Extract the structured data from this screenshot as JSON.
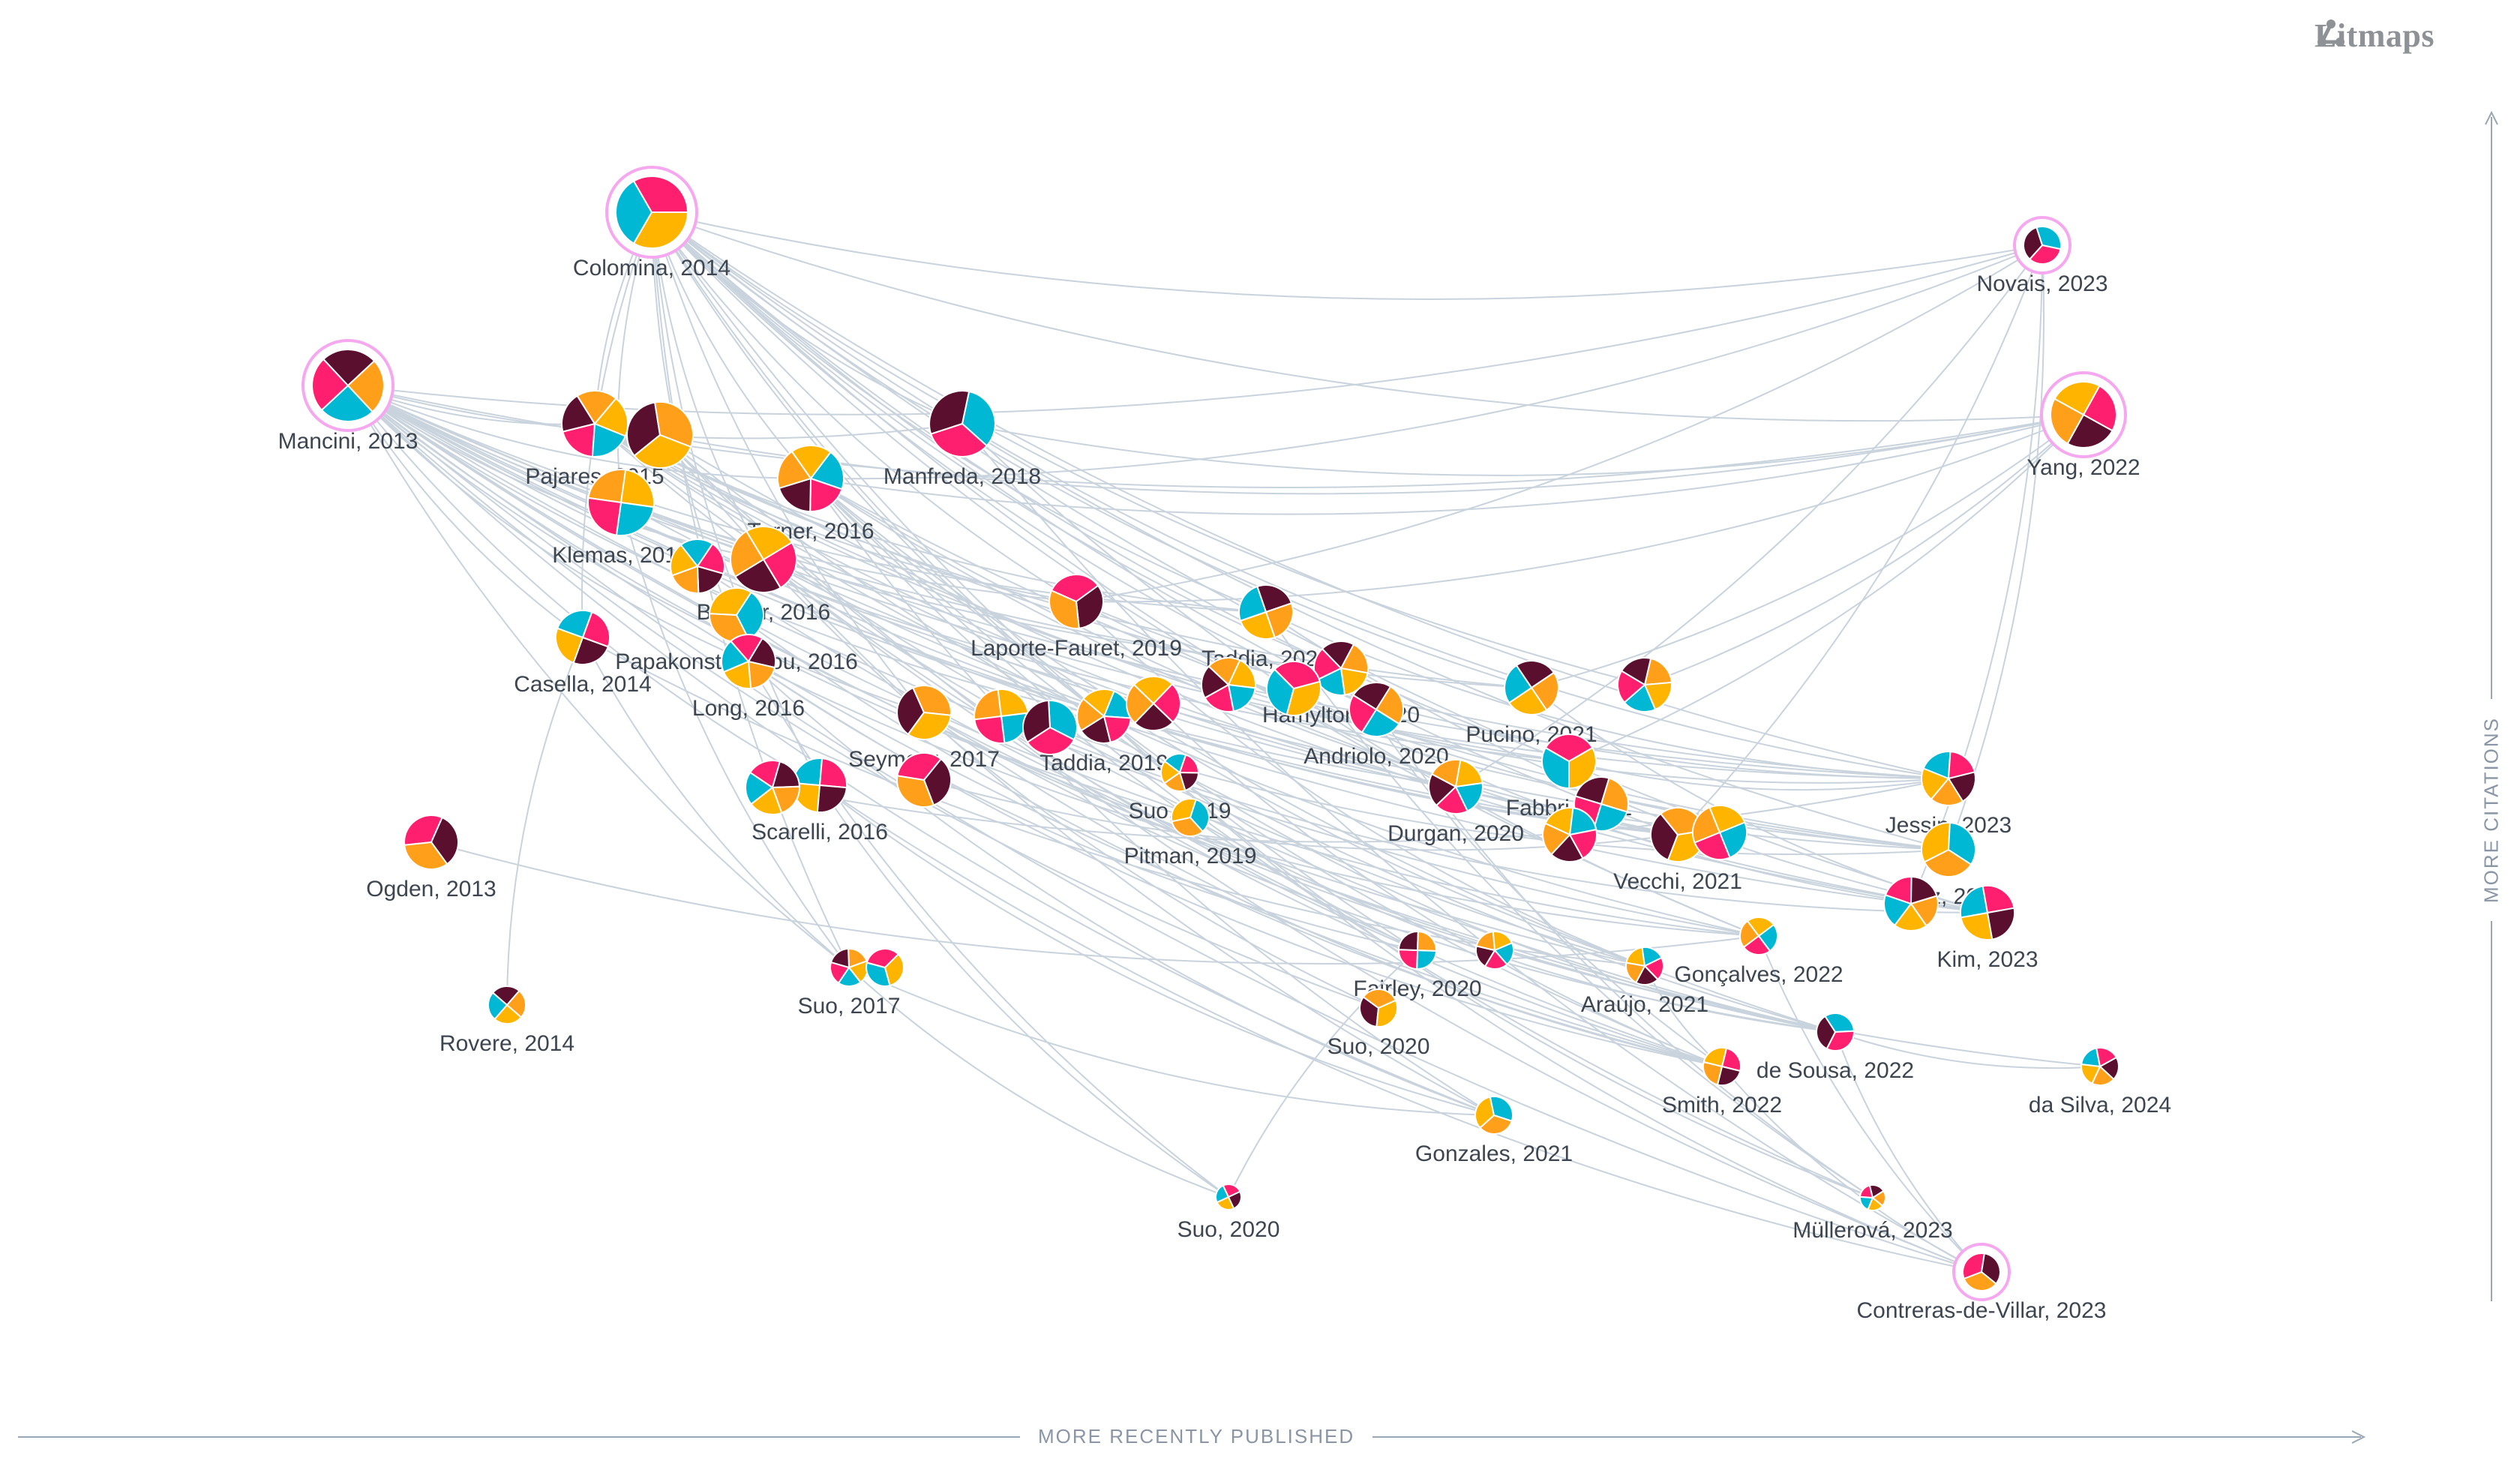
{
  "brand": {
    "name": "Litmaps",
    "icon": "network-share-icon"
  },
  "axes": {
    "x_label": "MORE RECENTLY PUBLISHED",
    "y_label": "MORE CITATIONS"
  },
  "colors": {
    "edge": "#c9d3dd",
    "axis": "#9aa7b6",
    "seed_ring": "#f5a8ef",
    "slices": [
      "#ffb400",
      "#00b8d4",
      "#ff1f6e",
      "#5a0f2e",
      "#ff9f1a"
    ]
  },
  "nodes": [
    {
      "id": "colomina",
      "label": "Colomina, 2014",
      "seed": true,
      "size": "xl"
    },
    {
      "id": "mancini",
      "label": "Mancini, 2013",
      "seed": true,
      "size": "xl"
    },
    {
      "id": "pajares",
      "label": "Pajares, 2015",
      "size": "l"
    },
    {
      "id": "pajares2",
      "label": "",
      "size": "l"
    },
    {
      "id": "klemas",
      "label": "Klemas, 2015",
      "size": "l"
    },
    {
      "id": "turner",
      "label": "Turner, 2016",
      "size": "l"
    },
    {
      "id": "manfreda",
      "label": "Manfreda, 2018",
      "size": "l"
    },
    {
      "id": "brunier",
      "label": "Brunier, 2016",
      "size": "l"
    },
    {
      "id": "brunier2",
      "label": "",
      "size": "m"
    },
    {
      "id": "papak",
      "label": "Papakonstantinou, 2016",
      "size": "m"
    },
    {
      "id": "casella",
      "label": "Casella, 2014",
      "size": "m"
    },
    {
      "id": "long",
      "label": "Long, 2016",
      "size": "m"
    },
    {
      "id": "laporte",
      "label": "Laporte-Fauret, 2019",
      "size": "m"
    },
    {
      "id": "taddia2020",
      "label": "Taddia, 2020",
      "size": "m"
    },
    {
      "id": "hamylton",
      "label": "Hamylton, 2020",
      "size": "m"
    },
    {
      "id": "hamylton2",
      "label": "",
      "size": "m"
    },
    {
      "id": "andriolo",
      "label": "Andriolo, 2020",
      "size": "m"
    },
    {
      "id": "andriolo2",
      "label": "",
      "size": "m"
    },
    {
      "id": "seymour",
      "label": "Seymour, 2017",
      "size": "m"
    },
    {
      "id": "seymour2",
      "label": "",
      "size": "m"
    },
    {
      "id": "taddia2019",
      "label": "Taddia, 2019",
      "size": "m"
    },
    {
      "id": "taddia2019b",
      "label": "",
      "size": "m"
    },
    {
      "id": "taddia2019c",
      "label": "",
      "size": "m"
    },
    {
      "id": "suo2019",
      "label": "Suo, 2019",
      "size": "s"
    },
    {
      "id": "pitman",
      "label": "Pitman, 2019",
      "size": "s"
    },
    {
      "id": "scarelli",
      "label": "Scarelli, 2016",
      "size": "m"
    },
    {
      "id": "scarelli2",
      "label": "",
      "size": "m"
    },
    {
      "id": "scarelli3",
      "label": "",
      "size": "m"
    },
    {
      "id": "pucino",
      "label": "Pucino, 2021",
      "size": "m"
    },
    {
      "id": "pucino2",
      "label": "",
      "size": "m"
    },
    {
      "id": "fabbri",
      "label": "Fabbri, 2021",
      "size": "m"
    },
    {
      "id": "fabbri2",
      "label": "",
      "size": "m"
    },
    {
      "id": "durgan",
      "label": "Durgan, 2020",
      "size": "m"
    },
    {
      "id": "vecchi",
      "label": "Vecchi, 2021",
      "size": "m"
    },
    {
      "id": "vecchi2",
      "label": "",
      "size": "m"
    },
    {
      "id": "vecchi3",
      "label": "",
      "size": "m"
    },
    {
      "id": "novais",
      "label": "Novais, 2023",
      "seed": true,
      "size": "s"
    },
    {
      "id": "yang",
      "label": "Yang, 2022",
      "seed": true,
      "size": "l"
    },
    {
      "id": "jessin",
      "label": "Jessin, 2023",
      "size": "m"
    },
    {
      "id": "cruz",
      "label": "Cruz, 2023",
      "size": "m"
    },
    {
      "id": "kim",
      "label": "Kim, 2023",
      "size": "m"
    },
    {
      "id": "kim2",
      "label": "",
      "size": "m"
    },
    {
      "id": "ogden",
      "label": "Ogden, 2013",
      "size": "m"
    },
    {
      "id": "rovere",
      "label": "Rovere, 2014",
      "size": "s"
    },
    {
      "id": "suo2017",
      "label": "Suo, 2017",
      "size": "s"
    },
    {
      "id": "suo2017b",
      "label": "",
      "size": "s"
    },
    {
      "id": "fairley",
      "label": "Fairley, 2020",
      "size": "s"
    },
    {
      "id": "fairley2",
      "label": "",
      "size": "s"
    },
    {
      "id": "suo2020a",
      "label": "Suo, 2020",
      "size": "s"
    },
    {
      "id": "goncalves",
      "label": "Gonçalves, 2022",
      "size": "s"
    },
    {
      "id": "araujo",
      "label": "Araújo, 2021",
      "size": "s"
    },
    {
      "id": "desousa",
      "label": "de Sousa, 2022",
      "size": "s"
    },
    {
      "id": "smith",
      "label": "Smith, 2022",
      "size": "s"
    },
    {
      "id": "dasilva",
      "label": "da Silva, 2024",
      "size": "s"
    },
    {
      "id": "gonzales",
      "label": "Gonzales, 2021",
      "size": "s"
    },
    {
      "id": "suo2020b",
      "label": "Suo, 2020",
      "size": "xs"
    },
    {
      "id": "mullerova",
      "label": "Müllerová, 2023",
      "size": "xs"
    },
    {
      "id": "contreras",
      "label": "Contreras-de-Villar, 2023",
      "seed": true,
      "size": "s"
    }
  ]
}
